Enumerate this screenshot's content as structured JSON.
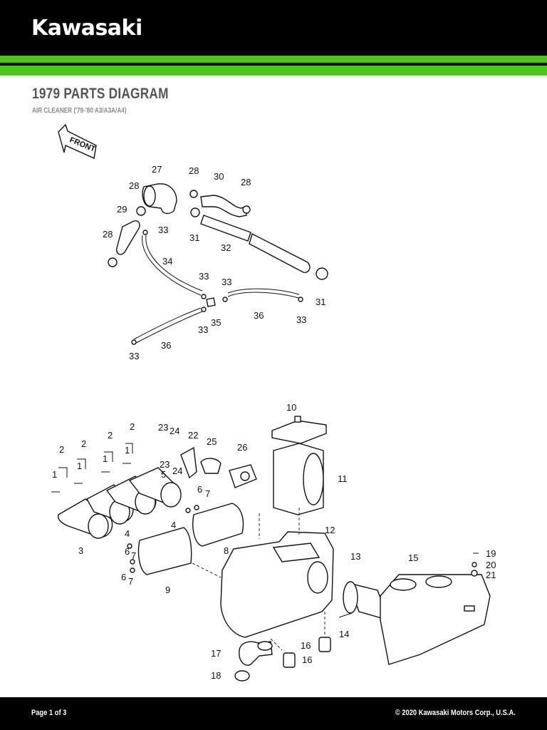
{
  "brand": {
    "logo_text": "Kawasaki",
    "green": "#4ec51f"
  },
  "page": {
    "title": "1979 PARTS DIAGRAM",
    "subtitle": "AIR CLEANER ('79-'80 A3/A3A/A4)"
  },
  "diagram": {
    "front_label": "FRONT",
    "callouts": {
      "n1a": "1",
      "n1b": "1",
      "n1c": "1",
      "n1d": "1",
      "n2a": "2",
      "n2b": "2",
      "n2c": "2",
      "n2d": "2",
      "n3": "3",
      "n4a": "4",
      "n4b": "4",
      "n5": "5",
      "n6a": "6",
      "n6b": "6",
      "n6c": "6",
      "n7a": "7",
      "n7b": "7",
      "n7c": "7",
      "n8": "8",
      "n9": "9",
      "n10": "10",
      "n11": "11",
      "n12": "12",
      "n13": "13",
      "n14": "14",
      "n15": "15",
      "n16a": "16",
      "n16b": "16",
      "n17": "17",
      "n18": "18",
      "n19": "19",
      "n20": "20",
      "n21": "21",
      "n22": "22",
      "n23a": "23",
      "n23b": "23",
      "n24a": "24",
      "n24b": "24",
      "n25": "25",
      "n26": "26",
      "n27": "27",
      "n28a": "28",
      "n28b": "28",
      "n28c": "28",
      "n28d": "28",
      "n29": "29",
      "n30": "30",
      "n31a": "31",
      "n31b": "31",
      "n32": "32",
      "n33a": "33",
      "n33b": "33",
      "n33c": "33",
      "n33d": "33",
      "n33e": "33",
      "n33f": "33",
      "n34": "34",
      "n35": "35",
      "n36a": "36",
      "n36b": "36"
    }
  },
  "footer": {
    "page_label": "Page 1 of 3",
    "copyright": "© 2020 Kawasaki Motors Corp., U.S.A."
  }
}
